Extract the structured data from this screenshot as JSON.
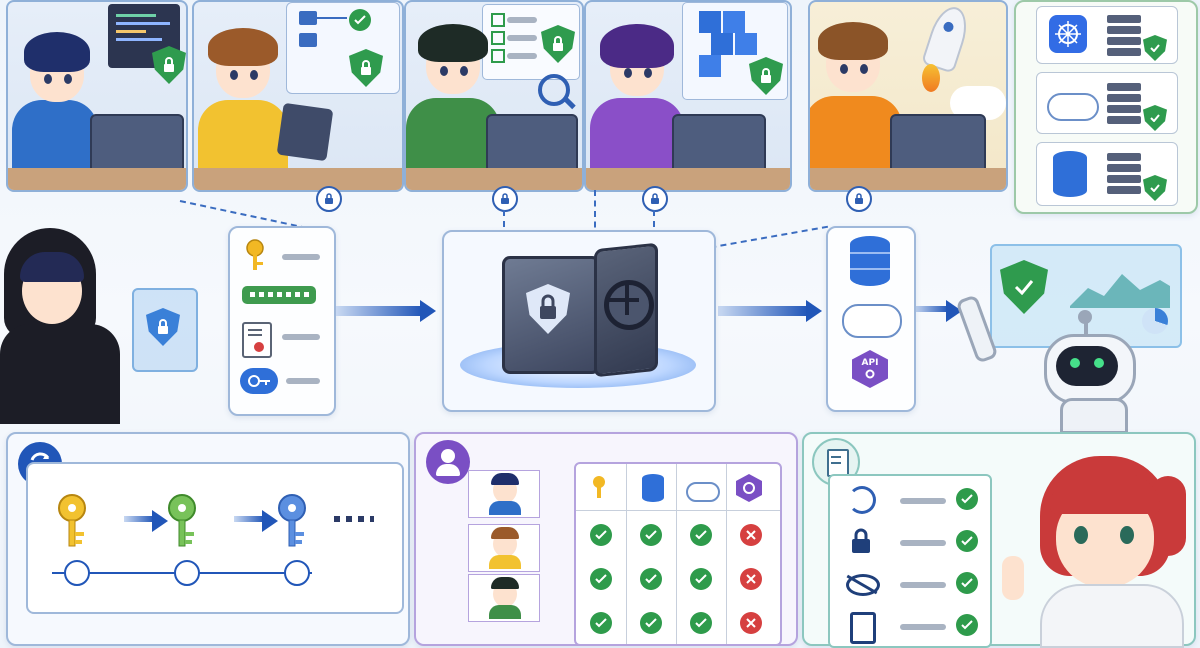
{
  "api_label": "API",
  "colors": {
    "accent_blue": "#2156b8",
    "success_green": "#2e9b4b",
    "deny_red": "#d64040",
    "purple": "#7a4fc4"
  },
  "icons": {
    "vault": "vault-icon",
    "key": "key-icon",
    "lock": "lock-icon",
    "shield": "shield-icon",
    "database": "database-icon",
    "cloud": "cloud-icon",
    "rotate": "rotate-icon",
    "clock": "clock-icon",
    "checklist": "checklist-icon",
    "robot": "robot-icon",
    "kubernetes": "kubernetes-icon",
    "server": "server-icon",
    "rocket": "rocket-icon"
  },
  "permissions_matrix": [
    [
      "allow",
      "allow",
      "allow",
      "deny"
    ],
    [
      "allow",
      "allow",
      "allow",
      "deny"
    ],
    [
      "allow",
      "allow",
      "allow",
      "deny"
    ]
  ]
}
